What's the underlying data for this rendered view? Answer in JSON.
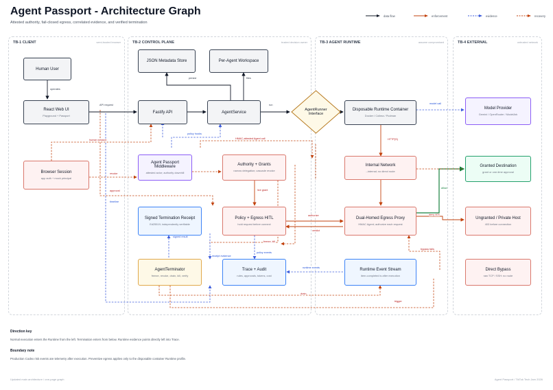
{
  "header": {
    "title": "Agent Passport - Architecture Graph",
    "subtitle": "Attested authority, fail-closed egress, correlated evidence, and verified termination"
  },
  "legend": [
    {
      "label": "data flow",
      "color": "#111827",
      "style": "solid"
    },
    {
      "label": "enforcement",
      "color": "#c2410c",
      "style": "solid"
    },
    {
      "label": "evidence",
      "color": "#3b5bdb",
      "style": "dashed"
    },
    {
      "label": "recovery",
      "color": "#c2410c",
      "style": "dashed"
    }
  ],
  "zones": {
    "tb1": {
      "title": "TB-1 CLIENT",
      "note": "semi-trusted browser"
    },
    "tb2": {
      "title": "TB-2 CONTROL PLANE",
      "note": "trusted decision owner"
    },
    "tb3": {
      "title": "TB-3 AGENT RUNTIME",
      "note": "assume compromised"
    },
    "tb4": {
      "title": "TB-4 EXTERNAL",
      "note": "untrusted network"
    }
  },
  "nodes": {
    "human_user": {
      "title": "Human User"
    },
    "react_ui": {
      "title": "React Web UI",
      "sub": "Playground + Passport"
    },
    "browser_session": {
      "title": "Browser Session",
      "sub": "app auth + mock principal"
    },
    "json_store": {
      "title": "JSON Metadata Store"
    },
    "workspace": {
      "title": "Per-Agent Workspace"
    },
    "fastify": {
      "title": "Fastify API"
    },
    "agent_service": {
      "title": "AgentService"
    },
    "runner": {
      "title": "AgentRunner Interface"
    },
    "middleware": {
      "title": "Agent Passport Middleware",
      "sub": "attested actor; authority downhill"
    },
    "authority": {
      "title": "Authority + Grants",
      "sub": "narrow delegation; cascade revoke"
    },
    "policy": {
      "title": "Policy + Egress HITL",
      "sub": "hold request before connect"
    },
    "receipt": {
      "title": "Signed Termination Receipt",
      "sub": "Ed25519; independently verifiable"
    },
    "terminator": {
      "title": "AgentTerminator",
      "sub": "freeze, revoke, drain, kill, verify"
    },
    "trace": {
      "title": "Trace + Audit",
      "sub": "rules, approvals, tokens, cost"
    },
    "container": {
      "title": "Disposable Runtime Container",
      "sub": "Docker / Colima / Podman"
    },
    "internal_net": {
      "title": "Internal Network",
      "sub": "--internal; no direct route"
    },
    "egress_proxy": {
      "title": "Dual-Homed Egress Proxy",
      "sub": "HMAC Agent; authorize each request"
    },
    "event_stream": {
      "title": "Runtime Event Stream",
      "sub": "item.completed is after execution"
    },
    "model_provider": {
      "title": "Model Provider",
      "sub": "Gemini / OpenRouter / ModelArk"
    },
    "granted_dest": {
      "title": "Granted Destination",
      "sub": "grant or one-time approval"
    },
    "ungranted_host": {
      "title": "Ungranted / Private Host",
      "sub": "403 before connection"
    },
    "direct_bypass": {
      "title": "Direct Bypass",
      "sub": "raw TCP / SSH: no route"
    }
  },
  "edge_labels": {
    "operates": "operates",
    "api_request": "API request",
    "persist": "persist",
    "files": "files",
    "run": "run",
    "model_call": "model call",
    "human_session": "human session",
    "policy_hooks": "policy hooks",
    "hmac": "HMAC-attested Agent call",
    "https": "HTTP(S)",
    "revoke": "revoke",
    "live_grant": "live grant",
    "approval": "approval",
    "timeline": "timeline",
    "authorize": "authorize",
    "verdict": "verdict",
    "allow": "allow",
    "deny": "deny 403",
    "signed_result": "signed result",
    "freeze_kill": "freeze, kill",
    "policy_events": "policy events",
    "receipt_evidence": "receipt evidence",
    "runtime_events": "runtime events",
    "bypass_fails": "bypass fails",
    "drain": "drain",
    "trigger": "trigger"
  },
  "key": {
    "direction_title": "Direction key",
    "direction_text": "Normal execution enters the Runtime from the left. Termination enters from below. Runtime evidence points directly left into Trace.",
    "boundary_title": "Boundary note",
    "boundary_text": "Production Codex risk events are telemetry after execution. Preventive egress applies only to the disposable container Runtime profile."
  },
  "footer": {
    "left": "Updated main architecture / one-page graph",
    "right": "Agent Passport / TikTok Tech Jam 2026"
  }
}
